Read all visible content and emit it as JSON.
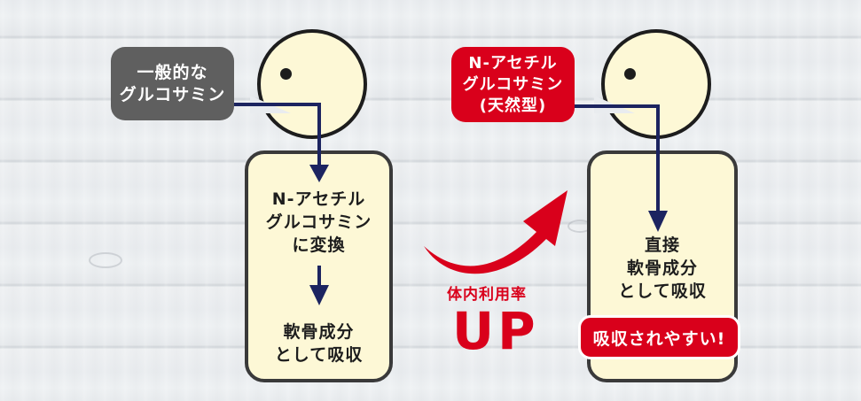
{
  "left": {
    "tag_lines": [
      "一般的な",
      "グルコサミン"
    ],
    "conversion_lines": [
      "N-アセチル",
      "グルコサミン",
      "に変換"
    ],
    "result_lines": [
      "軟骨成分",
      "として吸収"
    ]
  },
  "middle": {
    "rate_label": "体内利用率",
    "up_label": "UP"
  },
  "right": {
    "tag_lines": [
      "N-アセチル",
      "グルコサミン",
      "(天然型)"
    ],
    "result_lines": [
      "直接",
      "軟骨成分",
      "として吸収"
    ],
    "badge": "吸収されやすい!"
  },
  "colors": {
    "red": "#d9001b",
    "gray_tag": "#5f5f5f",
    "navy_arrow": "#1c2460",
    "cream": "#fdf8d6"
  }
}
